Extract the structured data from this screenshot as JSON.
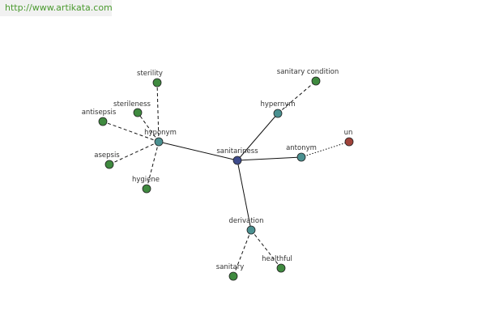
{
  "watermark": "http://www.artikata.com",
  "colors": {
    "center": "#3e4b8c",
    "relation": "#4a9090",
    "leaf": "#3f8a3f",
    "special": "#a0433a",
    "edge": "#111111"
  },
  "nodes": [
    {
      "id": "sanitariness",
      "label": "sanitariness",
      "kind": "center"
    },
    {
      "id": "hyponym",
      "label": "hyponym",
      "kind": "relation"
    },
    {
      "id": "hypernym",
      "label": "hypernym",
      "kind": "relation"
    },
    {
      "id": "antonym",
      "label": "antonym",
      "kind": "relation"
    },
    {
      "id": "derivation",
      "label": "derivation",
      "kind": "relation"
    },
    {
      "id": "sterility",
      "label": "sterility",
      "kind": "leaf"
    },
    {
      "id": "sterileness",
      "label": "sterileness",
      "kind": "leaf"
    },
    {
      "id": "antisepsis",
      "label": "antisepsis",
      "kind": "leaf"
    },
    {
      "id": "asepsis",
      "label": "asepsis",
      "kind": "leaf"
    },
    {
      "id": "hygiene",
      "label": "hygiene",
      "kind": "leaf"
    },
    {
      "id": "sanitary-condition",
      "label": "sanitary condition",
      "kind": "leaf"
    },
    {
      "id": "un",
      "label": "un",
      "kind": "special"
    },
    {
      "id": "sanitary",
      "label": "sanitary",
      "kind": "leaf"
    },
    {
      "id": "healthful",
      "label": "healthful",
      "kind": "leaf"
    }
  ],
  "edges": [
    {
      "from": "sanitariness",
      "to": "hyponym",
      "style": "solid"
    },
    {
      "from": "sanitariness",
      "to": "hypernym",
      "style": "solid"
    },
    {
      "from": "sanitariness",
      "to": "antonym",
      "style": "solid"
    },
    {
      "from": "sanitariness",
      "to": "derivation",
      "style": "solid"
    },
    {
      "from": "hyponym",
      "to": "sterility",
      "style": "dashed"
    },
    {
      "from": "hyponym",
      "to": "sterileness",
      "style": "dashed"
    },
    {
      "from": "hyponym",
      "to": "antisepsis",
      "style": "dashed"
    },
    {
      "from": "hyponym",
      "to": "asepsis",
      "style": "dashed"
    },
    {
      "from": "hyponym",
      "to": "hygiene",
      "style": "dashed"
    },
    {
      "from": "hypernym",
      "to": "sanitary-condition",
      "style": "dashed"
    },
    {
      "from": "antonym",
      "to": "un",
      "style": "dotted"
    },
    {
      "from": "derivation",
      "to": "sanitary",
      "style": "dashed"
    },
    {
      "from": "derivation",
      "to": "healthful",
      "style": "dashed"
    }
  ]
}
